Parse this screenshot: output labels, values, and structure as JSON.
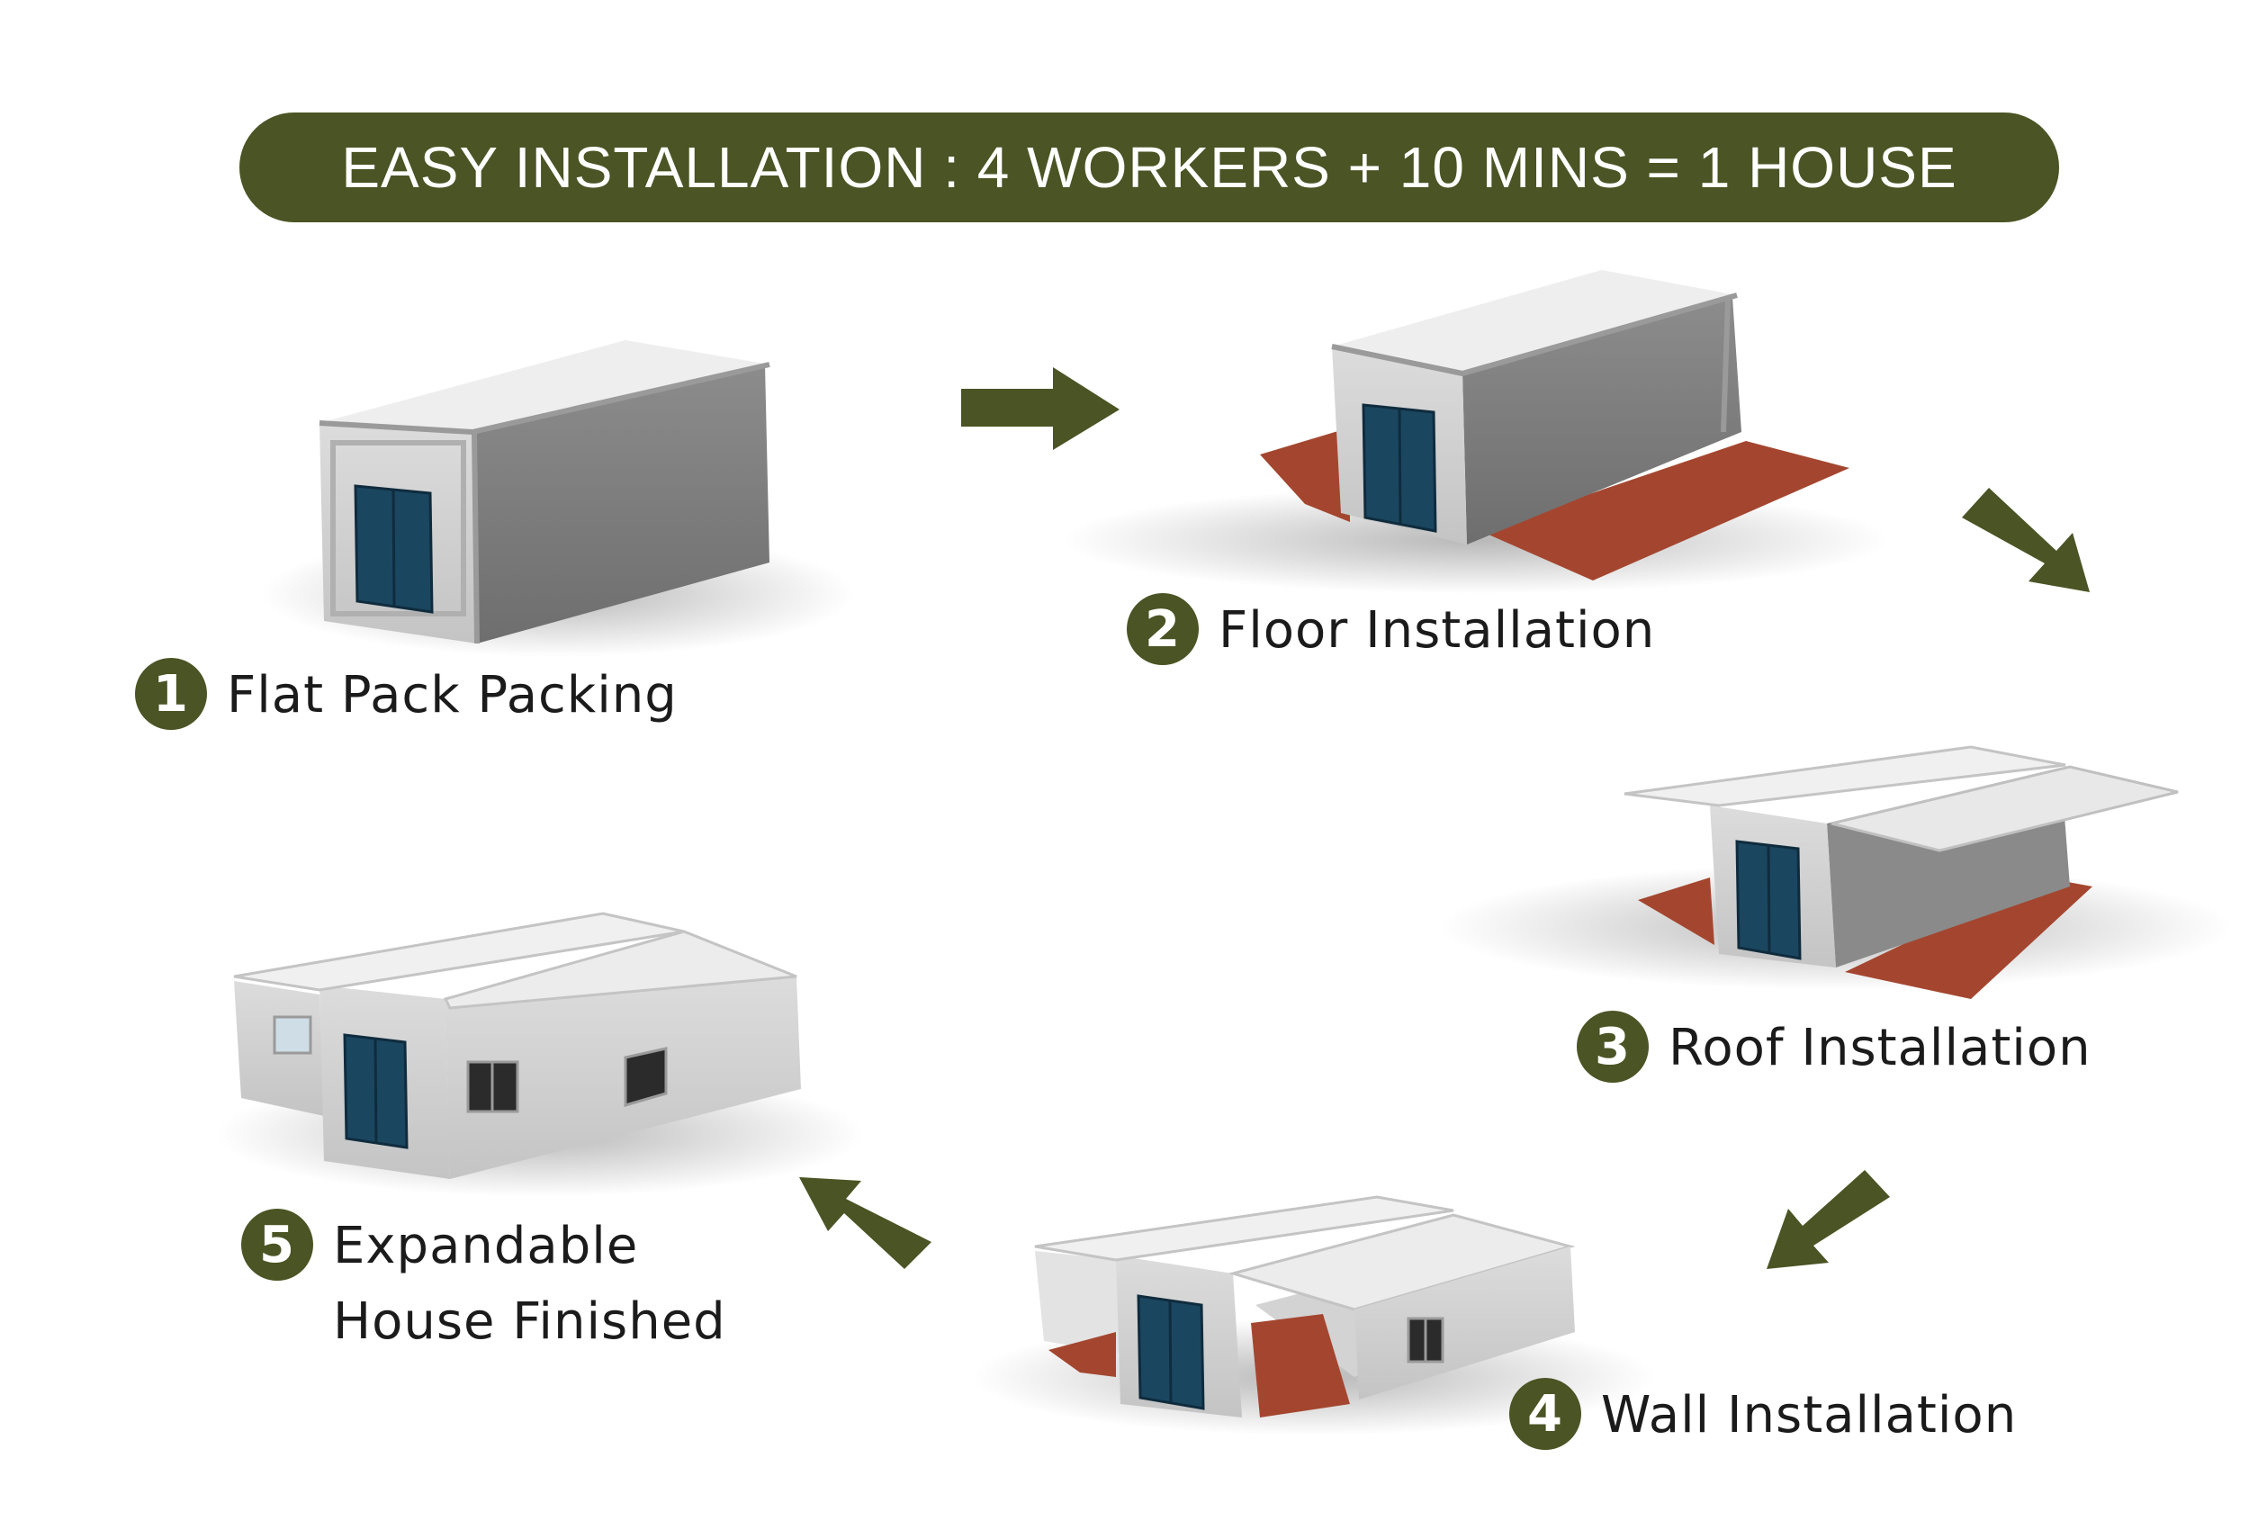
{
  "banner": {
    "title": "EASY INSTALLATION : 4 WORKERS + 10 MINS = 1 HOUSE"
  },
  "colors": {
    "accent": "#4a5424",
    "floor": "#a4462f",
    "wall": "#d6d6d6",
    "roof": "#eeeeee",
    "door": "#1b4660"
  },
  "steps": [
    {
      "number": "1",
      "label": "Flat Pack Packing",
      "icon": "flat-pack-container-icon"
    },
    {
      "number": "2",
      "label": "Floor Installation",
      "icon": "floor-unfolded-container-icon"
    },
    {
      "number": "3",
      "label": "Roof Installation",
      "icon": "roof-unfolded-container-icon"
    },
    {
      "number": "4",
      "label": "Wall Installation",
      "icon": "walls-unfolded-container-icon"
    },
    {
      "number": "5",
      "label_lines": [
        "Expandable",
        "House Finished"
      ],
      "icon": "expanded-house-icon"
    }
  ],
  "arrows": [
    "arrow-right-icon",
    "arrow-down-right-icon",
    "arrow-down-left-icon",
    "arrow-up-left-icon"
  ]
}
